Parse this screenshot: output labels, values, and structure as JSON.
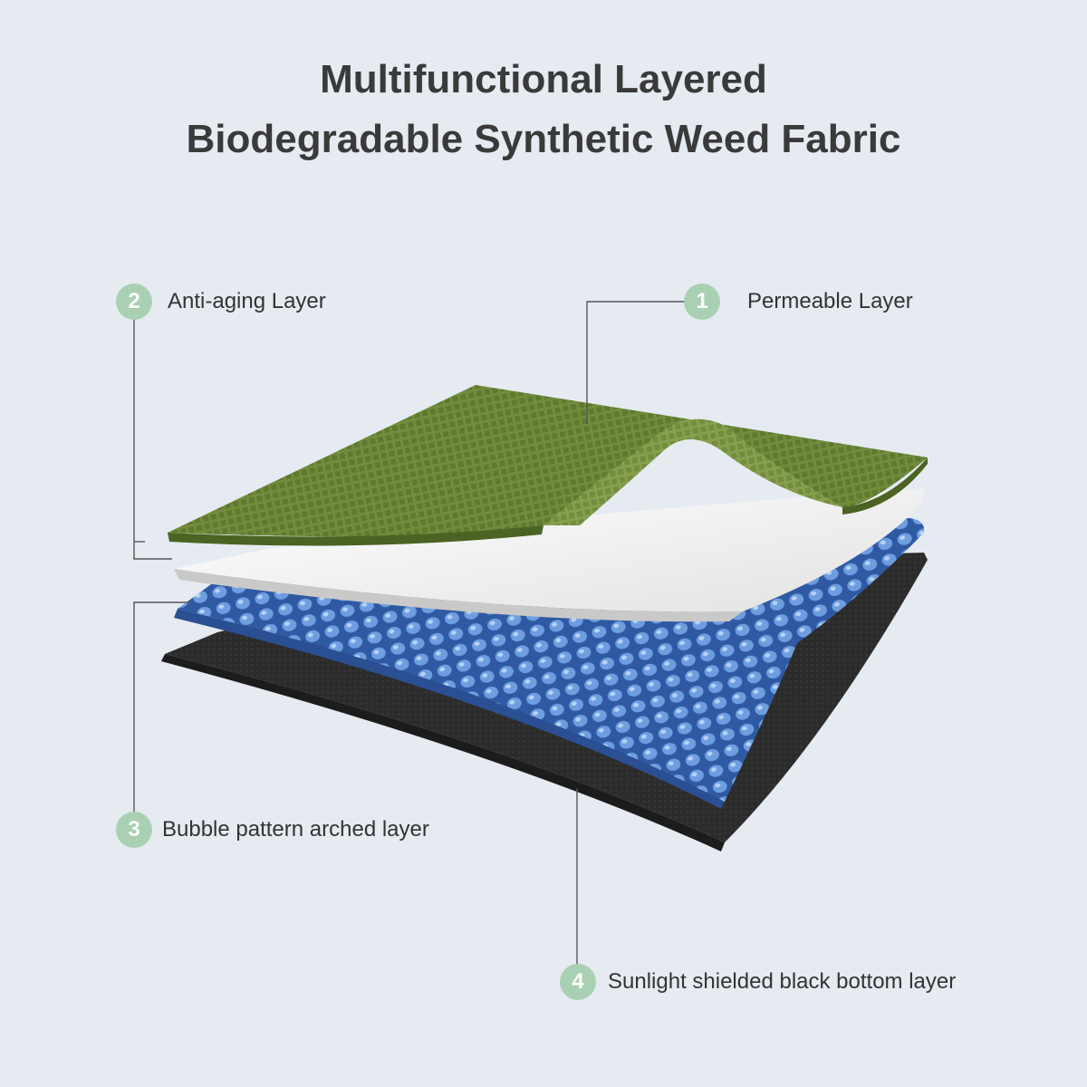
{
  "title": {
    "line1": "Multifunctional Layered",
    "line2": "Biodegradable Synthetic Weed Fabric"
  },
  "callouts": [
    {
      "number": "1",
      "label": "Permeable Layer"
    },
    {
      "number": "2",
      "label": "Anti-aging Layer"
    },
    {
      "number": "3",
      "label": "Bubble pattern arched layer"
    },
    {
      "number": "4",
      "label": "Sunlight shielded black bottom layer"
    }
  ],
  "colors": {
    "background": "#e6ebf2",
    "badge": "#a9d0b3",
    "permeable_layer": "#6f8a3a",
    "anti_aging_layer": "#f4f4f4",
    "bubble_layer": "#3f6fc0",
    "bottom_layer": "#2c2c2c"
  }
}
